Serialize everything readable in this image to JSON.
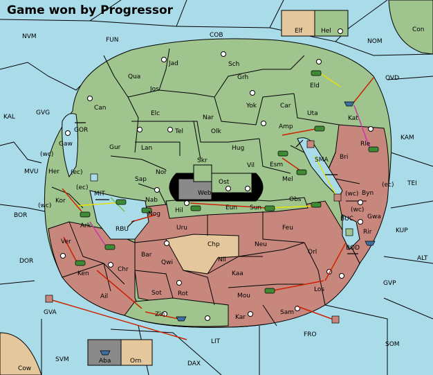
{
  "title": "Game won by Progressor",
  "colors": {
    "sea": "#a9dbe8",
    "land_green": "#9fc48e",
    "land_red": "#c8877d",
    "land_tan": "#e5c79e",
    "land_gray": "#8a8a8a",
    "black": "#000000",
    "army_green": "#3f8a34",
    "fleet_blue": "#3f6f9f",
    "order_red": "#cc2200",
    "order_yellow": "#e8e000",
    "order_magenta": "#cc33aa"
  },
  "legend": {
    "top": [
      {
        "label": "Elf"
      },
      {
        "label": "Hel"
      }
    ],
    "bottom": [
      {
        "label": "Aba"
      },
      {
        "label": "Orn"
      }
    ]
  },
  "sea_labels": [
    {
      "id": "nvm",
      "label": "NVM"
    },
    {
      "id": "fun",
      "label": "FUN"
    },
    {
      "id": "cob",
      "label": "COB"
    },
    {
      "id": "nom",
      "label": "NOM"
    },
    {
      "id": "con",
      "label": "Con"
    },
    {
      "id": "ovd",
      "label": "OVD"
    },
    {
      "id": "kal",
      "label": "KAL"
    },
    {
      "id": "gvg",
      "label": "GVG"
    },
    {
      "id": "gor",
      "label": "GOR"
    },
    {
      "id": "kam",
      "label": "KAM"
    },
    {
      "id": "mvu",
      "label": "MVU"
    },
    {
      "id": "sma",
      "label": "SMA"
    },
    {
      "id": "tei",
      "label": "TEI"
    },
    {
      "id": "mit",
      "label": "MIT"
    },
    {
      "id": "bor",
      "label": "BOR"
    },
    {
      "id": "rbu",
      "label": "RBU"
    },
    {
      "id": "buc",
      "label": "BUC"
    },
    {
      "id": "kup",
      "label": "KUP"
    },
    {
      "id": "bod",
      "label": "BOD"
    },
    {
      "id": "dor",
      "label": "DOR"
    },
    {
      "id": "alt",
      "label": "ALT"
    },
    {
      "id": "gvp",
      "label": "GVP"
    },
    {
      "id": "gva",
      "label": "GVA"
    },
    {
      "id": "fro",
      "label": "FRO"
    },
    {
      "id": "lit",
      "label": "LIT"
    },
    {
      "id": "som",
      "label": "SOM"
    },
    {
      "id": "svm",
      "label": "SVM"
    },
    {
      "id": "dax",
      "label": "DAX"
    },
    {
      "id": "cow",
      "label": "Cow"
    }
  ],
  "land_labels": [
    {
      "id": "jad",
      "label": "Jad"
    },
    {
      "id": "sch",
      "label": "Sch"
    },
    {
      "id": "qua",
      "label": "Qua"
    },
    {
      "id": "jos",
      "label": "Jos"
    },
    {
      "id": "grh",
      "label": "Grh"
    },
    {
      "id": "eld",
      "label": "Eld"
    },
    {
      "id": "can",
      "label": "Can"
    },
    {
      "id": "yok",
      "label": "Yok"
    },
    {
      "id": "car",
      "label": "Car"
    },
    {
      "id": "uta",
      "label": "Uta"
    },
    {
      "id": "kat",
      "label": "Kat"
    },
    {
      "id": "elc",
      "label": "Elc"
    },
    {
      "id": "nar",
      "label": "Nar"
    },
    {
      "id": "tel",
      "label": "Tel"
    },
    {
      "id": "olk",
      "label": "Olk"
    },
    {
      "id": "amp",
      "label": "Amp"
    },
    {
      "id": "gaw",
      "label": "Gaw"
    },
    {
      "id": "gur",
      "label": "Gur"
    },
    {
      "id": "lan",
      "label": "Lan"
    },
    {
      "id": "hug",
      "label": "Hug"
    },
    {
      "id": "rle",
      "label": "Rle"
    },
    {
      "id": "bri",
      "label": "Bri"
    },
    {
      "id": "esm",
      "label": "Esm"
    },
    {
      "id": "skr",
      "label": "Skr"
    },
    {
      "id": "vil",
      "label": "Vil"
    },
    {
      "id": "nor",
      "label": "Nor"
    },
    {
      "id": "her",
      "label": "Her"
    },
    {
      "id": "sap",
      "label": "Sap"
    },
    {
      "id": "ost",
      "label": "Ost"
    },
    {
      "id": "web",
      "label": "Web"
    },
    {
      "id": "mel",
      "label": "Mel"
    },
    {
      "id": "byn",
      "label": "Byn"
    },
    {
      "id": "kor",
      "label": "Kor"
    },
    {
      "id": "nab",
      "label": "Nab"
    },
    {
      "id": "obs",
      "label": "Obs"
    },
    {
      "id": "hil",
      "label": "Hil"
    },
    {
      "id": "eun",
      "label": "Eun"
    },
    {
      "id": "sun",
      "label": "Sun"
    },
    {
      "id": "gwa",
      "label": "Gwa"
    },
    {
      "id": "ark",
      "label": "Ark"
    },
    {
      "id": "nog",
      "label": "Nog"
    },
    {
      "id": "uru",
      "label": "Uru"
    },
    {
      "id": "feu",
      "label": "Feu"
    },
    {
      "id": "rir",
      "label": "Rir"
    },
    {
      "id": "chp",
      "label": "Chp"
    },
    {
      "id": "ver",
      "label": "Ver"
    },
    {
      "id": "neu",
      "label": "Neu"
    },
    {
      "id": "bar",
      "label": "Bar"
    },
    {
      "id": "orl",
      "label": "Orl"
    },
    {
      "id": "qwi",
      "label": "Qwi"
    },
    {
      "id": "nil",
      "label": "Nil"
    },
    {
      "id": "chr",
      "label": "Chr"
    },
    {
      "id": "ken",
      "label": "Ken"
    },
    {
      "id": "kaa",
      "label": "Kaa"
    },
    {
      "id": "sot",
      "label": "Sot"
    },
    {
      "id": "rot",
      "label": "Rot"
    },
    {
      "id": "ail",
      "label": "Ail"
    },
    {
      "id": "mou",
      "label": "Mou"
    },
    {
      "id": "los",
      "label": "Los"
    },
    {
      "id": "zin",
      "label": "Zin"
    },
    {
      "id": "kar",
      "label": "Kar"
    },
    {
      "id": "sam",
      "label": "Sam"
    }
  ],
  "coast_labels": [
    {
      "id": "wc1",
      "label": "(wc)"
    },
    {
      "id": "ec1",
      "label": "(ec)"
    },
    {
      "id": "ec2",
      "label": "(ec)"
    },
    {
      "id": "wc2",
      "label": "(wc)"
    },
    {
      "id": "wc3",
      "label": "(wc)"
    },
    {
      "id": "ec3",
      "label": "(ec)"
    },
    {
      "id": "wc4",
      "label": "(wc)"
    }
  ]
}
